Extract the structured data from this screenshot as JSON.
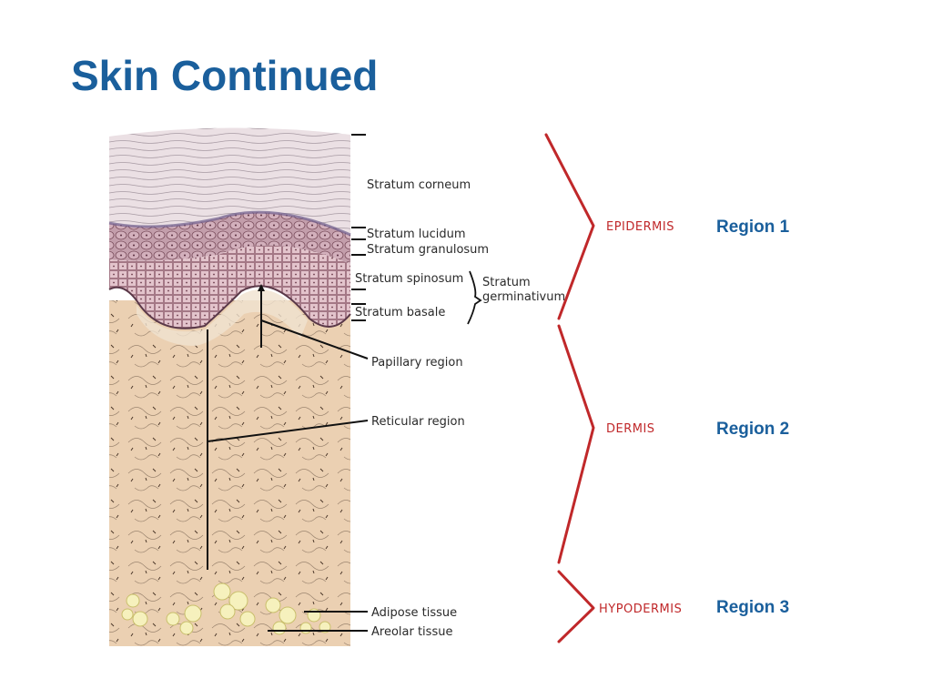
{
  "title": "Skin Continued",
  "layer_labels": {
    "corneum": "Stratum corneum",
    "lucidum": "Stratum lucidum",
    "granulosum": "Stratum granulosum",
    "spinosum": "Stratum spinosum",
    "germ_1": "Stratum",
    "germ_2": "germinativum",
    "basale": "Stratum basale",
    "papillary": "Papillary region",
    "reticular": "Reticular region",
    "adipose": "Adipose tissue",
    "areolar": "Areolar tissue"
  },
  "layers": {
    "epidermis": "EPIDERMIS",
    "dermis": "DERMIS",
    "hypodermis": "HYPODERMIS"
  },
  "regions": {
    "r1": "Region 1",
    "r2": "Region 2",
    "r3": "Region 3"
  },
  "colors": {
    "title": "#1a5f9c",
    "bracket": "#c0282a",
    "region_text": "#1a5f9c",
    "corneum": "#ebe0e4",
    "granular": "#c39eab",
    "dermis": "#ebd0b2",
    "fat": "#f6f1bd"
  }
}
